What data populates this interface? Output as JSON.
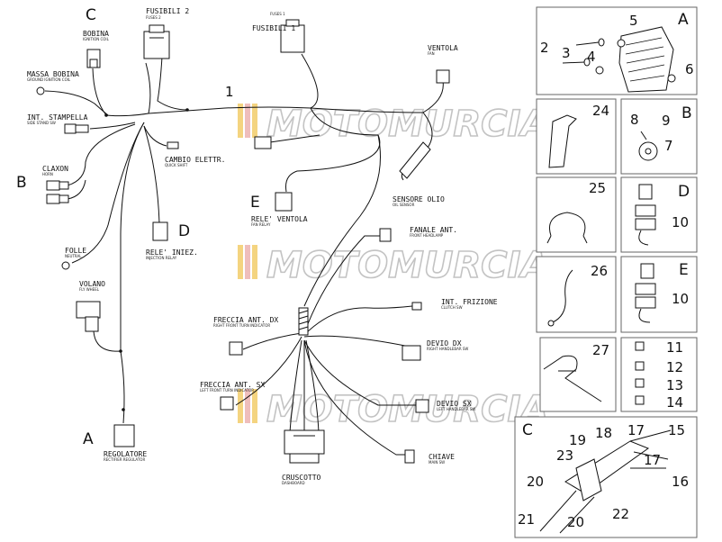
{
  "main_labels": {
    "c_top": "C",
    "b_left": "B",
    "a_bottom": "A",
    "e_mid": "E",
    "d_mid": "D",
    "num_1": "1"
  },
  "components": {
    "fusibili2": {
      "name": "FUSIBILI 2",
      "sub": "FUSES 2"
    },
    "fusibili1": {
      "name": "FUSIBILI 1",
      "sub": "FUSES 1"
    },
    "bobina": {
      "name": "BOBINA",
      "sub": "IGNITION COIL"
    },
    "massa_bobina": {
      "name": "MASSA BOBINA",
      "sub": "GROUND IGNITION COIL"
    },
    "int_stampella": {
      "name": "INT. STAMPELLA",
      "sub": "SIDE STAND SW"
    },
    "claxon": {
      "name": "CLAXON",
      "sub": "HORN"
    },
    "cambio": {
      "name": "CAMBIO ELETTR.",
      "sub": "QUICK SHIFT"
    },
    "rele_ventola": {
      "name": "RELE' VENTOLA",
      "sub": "FAN RELAY"
    },
    "ventola": {
      "name": "VENTOLA",
      "sub": "FAN"
    },
    "sensore_olio": {
      "name": "SENSORE OLIO",
      "sub": "OIL SENSOR"
    },
    "rele_iniez": {
      "name": "RELE' INIEZ.",
      "sub": "INJECTION RELAY"
    },
    "folle": {
      "name": "FOLLE",
      "sub": "NEUTRAL"
    },
    "volano": {
      "name": "VOLANO",
      "sub": "FLY WHEEL"
    },
    "regolatore": {
      "name": "REGOLATORE",
      "sub": "RECTIFIER REGULATOR"
    },
    "fanale_ant": {
      "name": "FANALE ANT.",
      "sub": "FRONT HEADLAMP"
    },
    "int_frizione": {
      "name": "INT. FRIZIONE",
      "sub": "CLUTCH SW"
    },
    "freccia_dx": {
      "name": "FRECCIA ANT. DX",
      "sub": "RIGHT FRONT TURN INDICATOR"
    },
    "devio_dx": {
      "name": "DEVIO DX",
      "sub": "RIGHT HANDLEBAR SW"
    },
    "freccia_sx": {
      "name": "FRECCIA ANT. SX",
      "sub": "LEFT FRONT TURN INDICATOR"
    },
    "devio_sx": {
      "name": "DEVIO SX",
      "sub": "LEFT HANDLEBAR SW"
    },
    "chiave": {
      "name": "CHIAVE",
      "sub": "MAIN SW"
    },
    "cruscotto": {
      "name": "CRUSCOTTO",
      "sub": "DASHBOARD"
    }
  },
  "panels": {
    "a": {
      "letter": "A",
      "nums": [
        "2",
        "3",
        "4",
        "5",
        "6"
      ]
    },
    "p24": {
      "num": "24"
    },
    "b": {
      "letter": "B",
      "nums": [
        "7",
        "8",
        "9"
      ]
    },
    "p25": {
      "num": "25"
    },
    "d": {
      "letter": "D",
      "nums": [
        "10"
      ]
    },
    "p26": {
      "num": "26"
    },
    "e": {
      "letter": "E",
      "nums": [
        "10"
      ]
    },
    "p27": {
      "num": "27"
    },
    "fuses": {
      "nums": [
        "11",
        "12",
        "13",
        "14"
      ]
    },
    "c": {
      "letter": "C",
      "nums": [
        "15",
        "16",
        "17",
        "17",
        "18",
        "19",
        "20",
        "20",
        "21",
        "22",
        "23"
      ]
    }
  },
  "watermark": {
    "text": "MOTOMURCIA"
  }
}
